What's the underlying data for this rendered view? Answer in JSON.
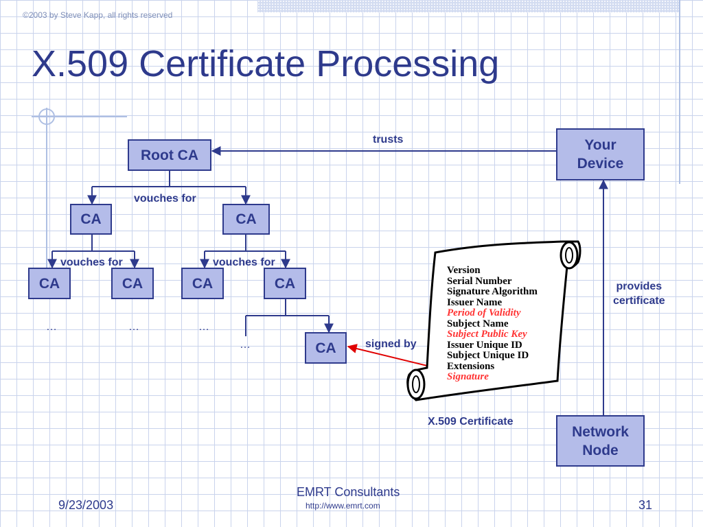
{
  "slide": {
    "copyright": "©2003 by Steve Kapp, all rights reserved",
    "title": "X.509 Certificate Processing"
  },
  "nodes": {
    "root_ca": "Root CA",
    "ca": "CA",
    "your_device": "Your\nDevice",
    "network_node": "Network\nNode"
  },
  "labels": {
    "trusts": "trusts",
    "vouches_for": "vouches for",
    "signed_by": "signed by",
    "provides_certificate": "provides\ncertificate",
    "ellipsis": "…"
  },
  "certificate": {
    "caption": "X.509 Certificate",
    "fields": [
      {
        "text": "Version",
        "highlight": false
      },
      {
        "text": "Serial Number",
        "highlight": false
      },
      {
        "text": "Signature Algorithm",
        "highlight": false
      },
      {
        "text": "Issuer Name",
        "highlight": false
      },
      {
        "text": "Period of Validity",
        "highlight": true
      },
      {
        "text": "Subject Name",
        "highlight": false
      },
      {
        "text": "Subject Public Key",
        "highlight": true
      },
      {
        "text": "Issuer Unique ID",
        "highlight": false
      },
      {
        "text": "Subject Unique ID",
        "highlight": false
      },
      {
        "text": "Extensions",
        "highlight": false
      },
      {
        "text": "Signature",
        "highlight": true
      }
    ]
  },
  "footer": {
    "date": "9/23/2003",
    "company": "EMRT Consultants",
    "url": "http://www.emrt.com",
    "page_number": "31"
  },
  "colors": {
    "accent": "#2e3a8c",
    "box_fill": "#b4bce9",
    "highlight": "#ff3333",
    "signed_arrow": "#e00000"
  }
}
